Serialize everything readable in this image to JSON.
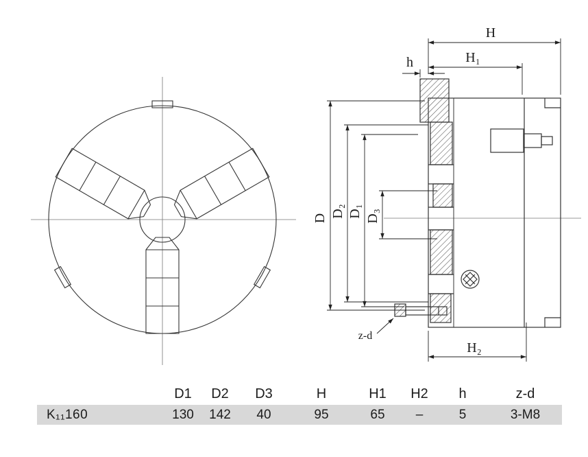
{
  "drawing": {
    "labels": {
      "H": "H",
      "H1": "H₁",
      "h": "h",
      "H2": "H₂",
      "D": "D",
      "D1": "D₁",
      "D2": "D₂",
      "D3": "D₃",
      "zd": "z-d"
    }
  },
  "table": {
    "headers": [
      "D1",
      "D2",
      "D3",
      "H",
      "H1",
      "H2",
      "h",
      "z-d"
    ],
    "rows": [
      {
        "model": "K₁₁160",
        "values": [
          "130",
          "142",
          "40",
          "95",
          "65",
          "–",
          "5",
          "3-M8"
        ]
      }
    ]
  }
}
